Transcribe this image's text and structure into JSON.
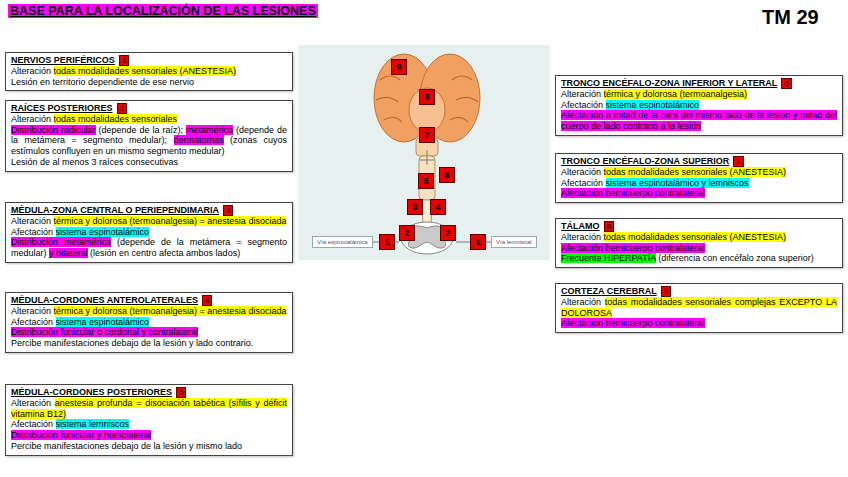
{
  "diagram": {
    "title": "BASE PARA LA LOCALIZACIÓN DE LAS LESIONES",
    "nodes": [
      {
        "text": [
          "NERVIOS PERIFÉRICOS",
          "1",
          "Alteración ",
          "todas modalidades sensoriales (ANESTESIA)",
          "Lesión en territorio dependiente de ese nervio"
        ]
      },
      {
        "text": [
          "RAÍCES POSTERIORES",
          "2",
          "Alteración ",
          "todas modalidades sensoriales",
          "Distribución radicular",
          " (depende de la raíz); ",
          "metamérica",
          " (depende de la metámera = segmento medular); ",
          "dermatomas",
          " (zonas cuyos estímulos confluyen en un mismo segmento medular)",
          "Lesión de al menos 3 raíces consecutivas"
        ]
      },
      {
        "text": [
          "MÉDULA-ZONA CENTRAL O PERIEPENDIMARIA",
          "3",
          "Alteración ",
          "térmica y dolorosa (termoanalgesia) = anestesia disociada",
          "Afectación ",
          "sistema espinotalámico",
          "Distribución metamérica",
          " (depende de la metámera = segmento medular) ",
          "y bilateral",
          " (lesión en centro afecta ambos lados)"
        ]
      },
      {
        "text": [
          "MÉDULA-CORDONES ANTEROLATERALES",
          "4",
          "Alteración ",
          "térmica y dolorosa (termoanalgesia) = anestesia disociada",
          "Afectación ",
          "sistema espinotalámico",
          "Distribución funicular o cordonal y contralateral",
          "Percibe manifestaciones debajo de la lesión y lado contrario."
        ]
      },
      {
        "text": [
          "MÉDULA-CORDONES POSTERIORES",
          "5",
          "Alteración ",
          "anestesia profunda = disociación tabética (sífilis y déficit vitamina B12)",
          "Afectación ",
          "sistema lemniscos",
          "Distribución funicular y homolateral",
          "Percibe manifestaciones debajo de la lesión y mismo lado"
        ]
      },
      {
        "text": [
          "TRONCO ENCÉFALO-ZONA INFERIOR Y LATERAL",
          "6",
          "Alteración ",
          "térmica y dolorosa (termoanalgesia)",
          "Afectación ",
          "sistema espinotalámico",
          "Afectación a mitad de la cara del mismo lado de la lesión y mitad del cuerpo de lado contrario a la lesión"
        ]
      },
      {
        "text": [
          "TRONCO ENCÉFALO-ZONA SUPERIOR",
          "7",
          "Alteración ",
          "todas modalidades sensoriales (ANESTESIA)",
          "Afectación ",
          "sistema espinotalámico y lemniscos",
          "Afectación hemicuerpo contralateral"
        ]
      },
      {
        "text": [
          "TÁLAMO",
          "8",
          "Alteración ",
          "todas modalidades sensoriales (ANESTESIA)",
          "Afectación hemicuerpo contralateral",
          "Frecuente HIPERPATÍA",
          " (diferencia con encéfalo zona superior)"
        ]
      },
      {
        "text": [
          "CORTEZA CEREBRAL",
          "9",
          "Alteración ",
          "todas modalidades sensoriales complejas EXCEPTO LA DOLOROSA",
          "Afectación hemicuerpo contralateral"
        ]
      },
      {
        "text": [
          "9"
        ]
      },
      {
        "text": [
          "8"
        ]
      },
      {
        "text": [
          "7"
        ]
      },
      {
        "text": [
          "6"
        ]
      },
      {
        "text": [
          "5"
        ]
      },
      {
        "text": [
          "3"
        ]
      },
      {
        "text": [
          "4"
        ]
      },
      {
        "text": [
          "Vía espinotalámica"
        ]
      },
      {
        "text": [
          "1"
        ]
      },
      {
        "text": [
          "2"
        ]
      },
      {
        "text": [
          "2"
        ]
      },
      {
        "text": [
          "1"
        ]
      },
      {
        "text": [
          "Vía lemniscal"
        ]
      }
    ],
    "labels": [
      "TM 29"
    ]
  }
}
